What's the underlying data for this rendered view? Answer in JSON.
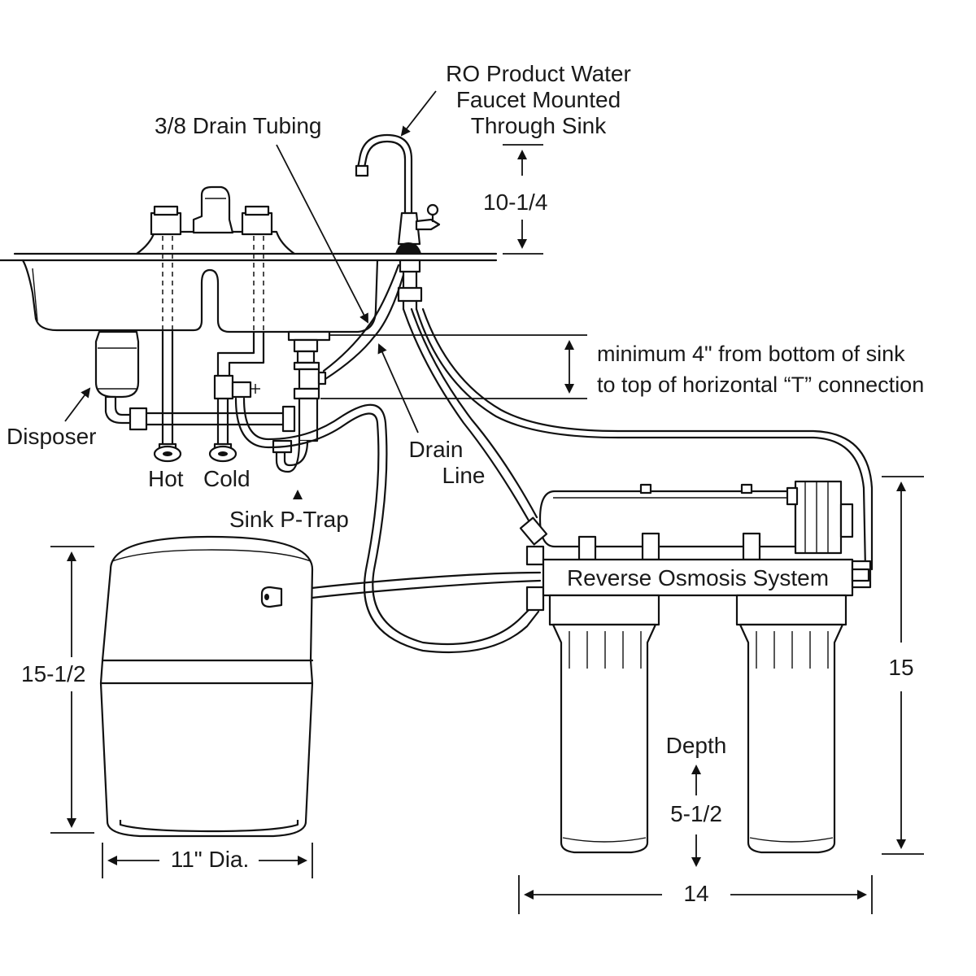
{
  "labels": {
    "faucet_line1": "RO Product Water",
    "faucet_line2": "Faucet Mounted",
    "faucet_line3": "Through Sink",
    "drain_tubing": "3/8 Drain Tubing",
    "faucet_height": "10-1/4",
    "minimum_line1": "minimum 4\" from bottom of sink",
    "minimum_line2": "to top of horizontal “T” connection",
    "disposer": "Disposer",
    "drain_line1": "Drain",
    "drain_line2": "Line",
    "hot": "Hot",
    "cold": "Cold",
    "p_trap": "Sink P-Trap",
    "ro_system": "Reverse Osmosis System",
    "tank_height": "15-1/2",
    "tank_diameter": "11\" Dia.",
    "system_height": "15",
    "depth": "Depth",
    "depth_value": "5-1/2",
    "system_width": "14"
  }
}
